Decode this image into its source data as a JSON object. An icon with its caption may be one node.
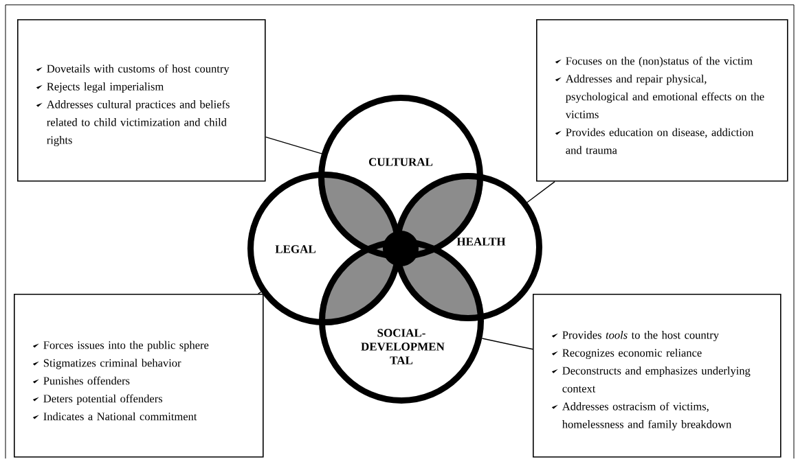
{
  "diagram": {
    "nodes": [
      {
        "text": [
          "Dovetails with customs of host country",
          "Rejects legal imperialism",
          "Addresses cultural practices and beliefs related to child victimization and child rights"
        ]
      },
      {
        "text": [
          "Focuses on the (non)status of the victim",
          "Addresses and repair physical, psychological and emotional effects on the victims",
          "Provides education on disease, addiction and trauma"
        ]
      },
      {
        "text": [
          "CULTURAL"
        ]
      },
      {
        "text": [
          "LEGAL"
        ]
      },
      {
        "text": [
          "HEALTH"
        ]
      },
      {
        "text": [
          "SOCIAL- DEVELOPMEN TAL"
        ]
      },
      {
        "text": [
          "Forces issues into the public sphere",
          "Stigmatizes criminal behavior",
          "Punishes offenders",
          "Deters potential offenders",
          "Indicates a National commitment"
        ]
      },
      {
        "text": [
          "Provides *tools* to the host country",
          "Recognizes economic reliance",
          "Deconstructs and emphasizes underlying context",
          "Addresses ostracism of victims, homelessness and family breakdown"
        ]
      }
    ],
    "edges": [
      {
        "from": 0,
        "to": 2,
        "arrow": "none"
      },
      {
        "from": 1,
        "to": 4,
        "arrow": "none"
      },
      {
        "from": 6,
        "to": 3,
        "arrow": "none"
      },
      {
        "from": 7,
        "to": 5,
        "arrow": "none"
      }
    ]
  }
}
